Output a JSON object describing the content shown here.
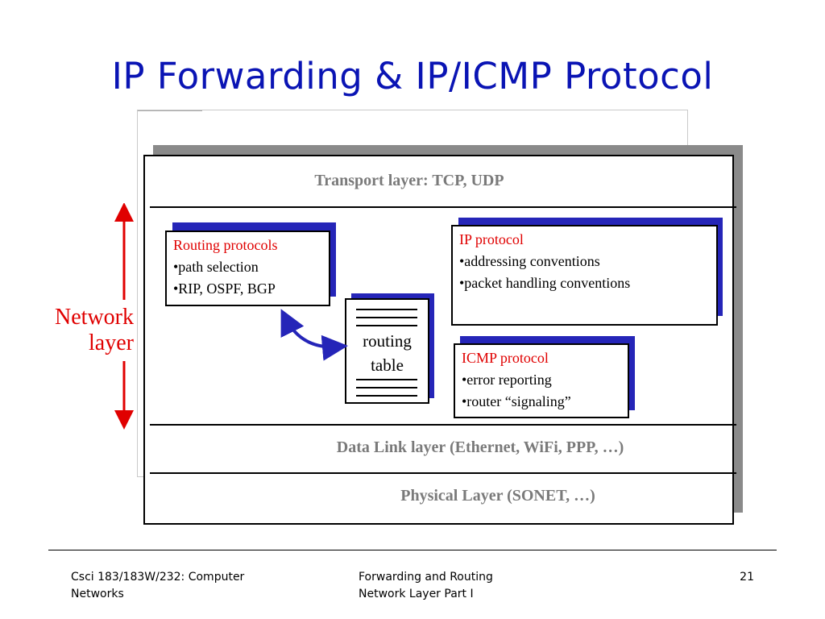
{
  "slide": {
    "title": "IP Forwarding & IP/ICMP Protocol"
  },
  "diagram": {
    "layers": {
      "transport": "Transport layer: TCP, UDP",
      "data_link": "Data Link layer (Ethernet, WiFi, PPP, …)",
      "physical": "Physical Layer (SONET, …)"
    },
    "network_layer_label": [
      "Network",
      "layer"
    ],
    "routing_protocols": {
      "title": "Routing protocols",
      "items": [
        "•path selection",
        "•RIP, OSPF, BGP"
      ]
    },
    "ip_protocol": {
      "title": "IP protocol",
      "items": [
        "•addressing conventions",
        "•packet handling conventions"
      ]
    },
    "icmp_protocol": {
      "title": "ICMP protocol",
      "items": [
        "•error reporting",
        "•router “signaling”"
      ]
    },
    "routing_table": [
      "routing",
      "table"
    ]
  },
  "footer": {
    "course": [
      "Csci 183/183W/232: Computer",
      "Networks"
    ],
    "topic": [
      "Forwarding and Routing",
      "Network Layer Part I"
    ],
    "page_number": "21"
  },
  "colors": {
    "title": "#0a14b4",
    "accent_red": "#e00000",
    "shadow_blue": "#2525b8",
    "shadow_gray": "#8a8a8a",
    "layer_text_gray": "#7a7a7a"
  }
}
